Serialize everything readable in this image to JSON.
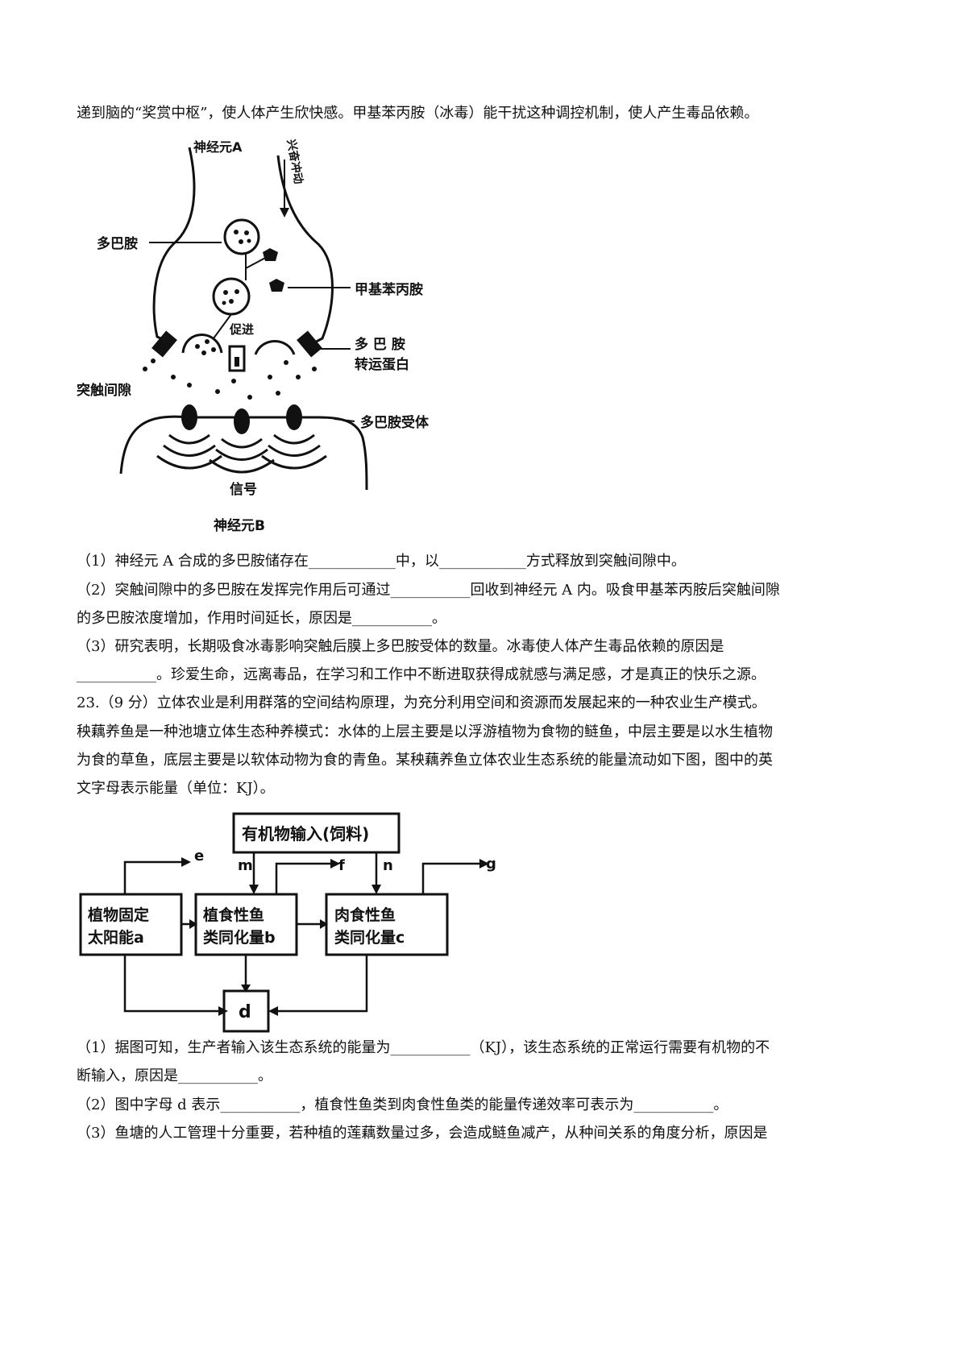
{
  "intro_line": "递到脑的“奖赏中枢”，使人体产生欣快感。甲基苯丙胺（冰毒）能干扰这种调控机制，使人产生毒品依赖。",
  "synapse_diagram": {
    "neuron_a": "神经元A",
    "impulse": "兴奋冲动",
    "dopamine": "多巴胺",
    "meth": "甲基苯丙胺",
    "promote": "促进",
    "transporter_line1": "多 巴 胺",
    "transporter_line2": "转运蛋白",
    "cleft": "突触间隙",
    "receptor": "多巴胺受体",
    "signal": "信号",
    "neuron_b": "神经元B"
  },
  "q22": {
    "p1": "（1）神经元 A 合成的多巴胺储存在____________中，以____________方式释放到突触间隙中。",
    "p2a": "（2）突触间隙中的多巴胺在发挥完作用后可通过___________回收到神经元 A 内。吸食甲基苯丙胺后突触间隙",
    "p2b": "的多巴胺浓度增加，作用时间延长，原因是___________。",
    "p3a": "（3）研究表明，长期吸食冰毒影响突触后膜上多巴胺受体的数量。冰毒使人体产生毒品依赖的原因是",
    "p3b": "___________。珍爱生命，远离毒品，在学习和工作中不断进取获得成就感与满足感，才是真正的快乐之源。"
  },
  "q23": {
    "l1": "23.（9 分）立体农业是利用群落的空间结构原理，为充分利用空间和资源而发展起来的一种农业生产模式。",
    "l2": "秧藕养鱼是一种池塘立体生态种养模式：水体的上层主要是以浮游植物为食物的鲢鱼，中层主要是以水生植物",
    "l3": "为食的草鱼，底层主要是以软体动物为食的青鱼。某秧藕养鱼立体农业生态系统的能量流动如下图，图中的英",
    "l4": "文字母表示能量（单位：KJ）。"
  },
  "energy_diagram": {
    "input_box": "有机物输入(饲料)",
    "producer_line1": "植物固定",
    "producer_line2": "太阳能a",
    "herbivore_line1": "植食性鱼",
    "herbivore_line2": "类同化量b",
    "carnivore_line1": "肉食性鱼",
    "carnivore_line2": "类同化量c",
    "d": "d",
    "e": "e",
    "f": "f",
    "g": "g",
    "m": "m",
    "n": "n"
  },
  "q23_questions": {
    "p1a": "（1）据图可知，生产者输入该生态系统的能量为___________（KJ），该生态系统的正常运行需要有机物的不",
    "p1b": "断输入，原因是___________。",
    "p2": "（2）图中字母 d 表示___________，植食性鱼类到肉食性鱼类的能量传递效率可表示为___________。",
    "p3": "（3）鱼塘的人工管理十分重要，若种植的莲藕数量过多，会造成鲢鱼减产，从种间关系的角度分析，原因是"
  }
}
